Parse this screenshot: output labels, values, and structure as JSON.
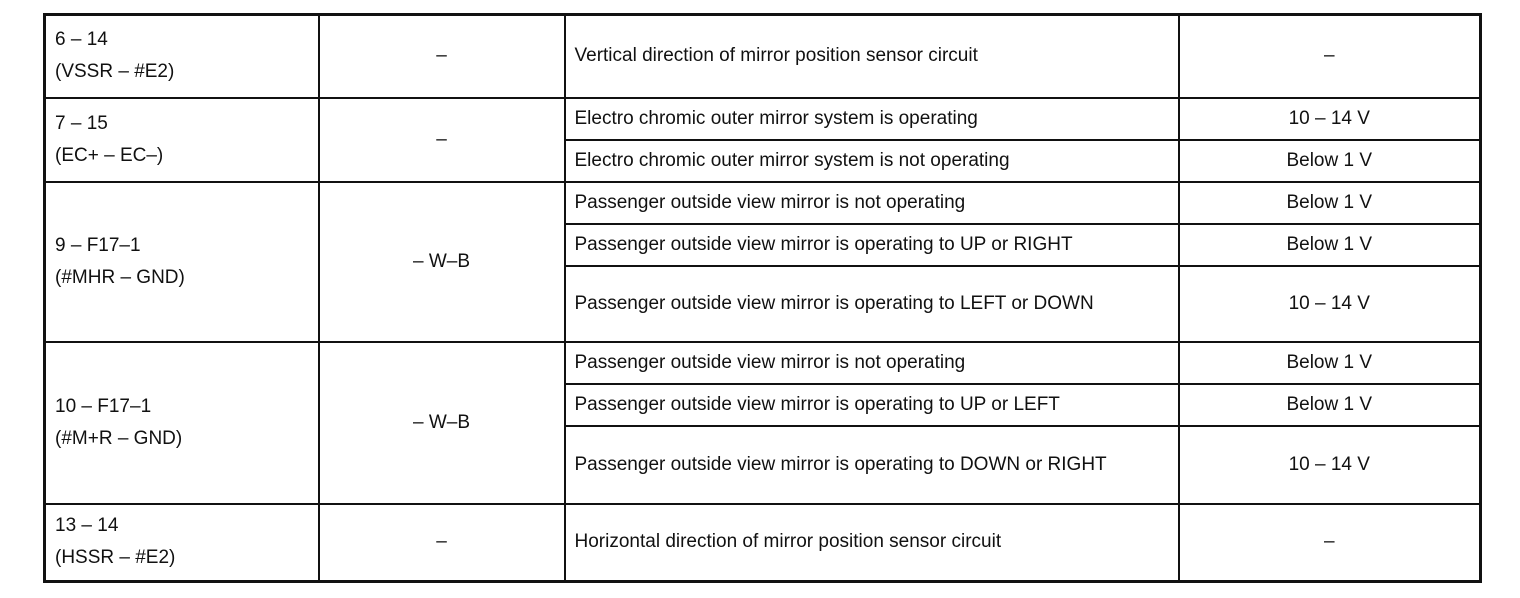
{
  "rows": [
    {
      "terminal": "6 – 14",
      "terminal_sub": "(VSSR – #E2)",
      "wire": "–",
      "conditions": [
        {
          "condition": "Vertical direction of mirror position sensor circuit",
          "spec": "–"
        }
      ]
    },
    {
      "terminal": "7 – 15",
      "terminal_sub": "(EC+ – EC–)",
      "wire": "–",
      "conditions": [
        {
          "condition": "Electro chromic outer mirror system is operating",
          "spec": "10 – 14 V"
        },
        {
          "condition": "Electro chromic outer mirror system is not operating",
          "spec": "Below 1 V"
        }
      ]
    },
    {
      "terminal": "9 – F17–1",
      "terminal_sub": "(#MHR – GND)",
      "wire": "– W–B",
      "conditions": [
        {
          "condition": "Passenger outside view mirror is not operating",
          "spec": "Below 1 V"
        },
        {
          "condition": "Passenger outside view mirror is operating to UP or RIGHT",
          "spec": "Below 1 V"
        },
        {
          "condition": "Passenger outside view mirror is operating to LEFT or DOWN",
          "spec": "10 – 14 V"
        }
      ]
    },
    {
      "terminal": "10 – F17–1",
      "terminal_sub": "(#M+R – GND)",
      "wire": "– W–B",
      "conditions": [
        {
          "condition": "Passenger outside view mirror is not operating",
          "spec": "Below 1 V"
        },
        {
          "condition": "Passenger outside view mirror is operating to UP or LEFT",
          "spec": "Below 1 V"
        },
        {
          "condition": "Passenger outside view mirror is operating to DOWN or RIGHT",
          "spec": "10 – 14 V"
        }
      ]
    },
    {
      "terminal": "13 – 14",
      "terminal_sub": "(HSSR – #E2)",
      "wire": "–",
      "conditions": [
        {
          "condition": "Horizontal direction of mirror position sensor circuit",
          "spec": "–"
        }
      ]
    }
  ]
}
